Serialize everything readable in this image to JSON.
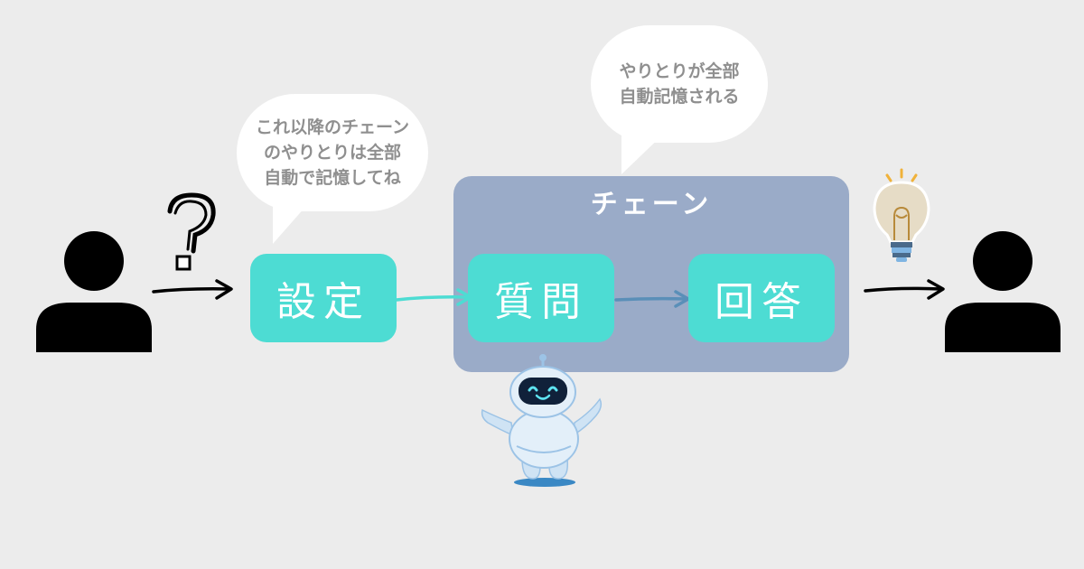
{
  "bubble_left": {
    "lines": [
      "これ以降のチェーン",
      "のやりとりは全部",
      "自動で記憶してね"
    ]
  },
  "bubble_right": {
    "lines": [
      "やりとりが全部",
      "自動記憶される"
    ]
  },
  "chain": {
    "title": "チェーン"
  },
  "steps": {
    "settings": "設定",
    "question": "質問",
    "answer": "回答"
  },
  "colors": {
    "background": "#ececec",
    "step_fill": "#4ddcd3",
    "chain_fill": "#9aabc8",
    "bubble_text": "#8f8f8f",
    "arrow_teal": "#4ddcd3",
    "arrow_blue": "#5a8fb8"
  },
  "icons": [
    "user-icon",
    "question-mark-icon",
    "robot-icon",
    "lightbulb-icon"
  ]
}
